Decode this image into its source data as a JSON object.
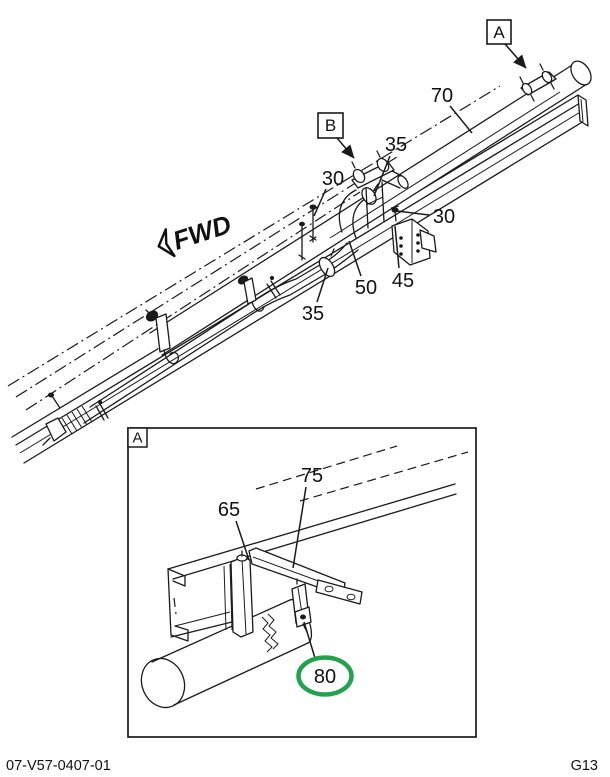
{
  "colors": {
    "ink": "#1a1a1a",
    "highlight_green": "#23a24d",
    "background": "#ffffff"
  },
  "footer": {
    "doc_number": "07-V57-0407-01",
    "page_code": "G13"
  },
  "orientation_label": "FWD",
  "view_markers": {
    "a": "A",
    "b": "B"
  },
  "main_view": {
    "callouts": {
      "c70": "70",
      "c35_top": "35",
      "c30_left": "30",
      "c30_right": "30",
      "c50": "50",
      "c45": "45",
      "c35_bottom": "35"
    }
  },
  "detail_view": {
    "label": "A",
    "callouts": {
      "c65": "65",
      "c75": "75",
      "c80": "80"
    },
    "highlighted_callout": "80"
  }
}
